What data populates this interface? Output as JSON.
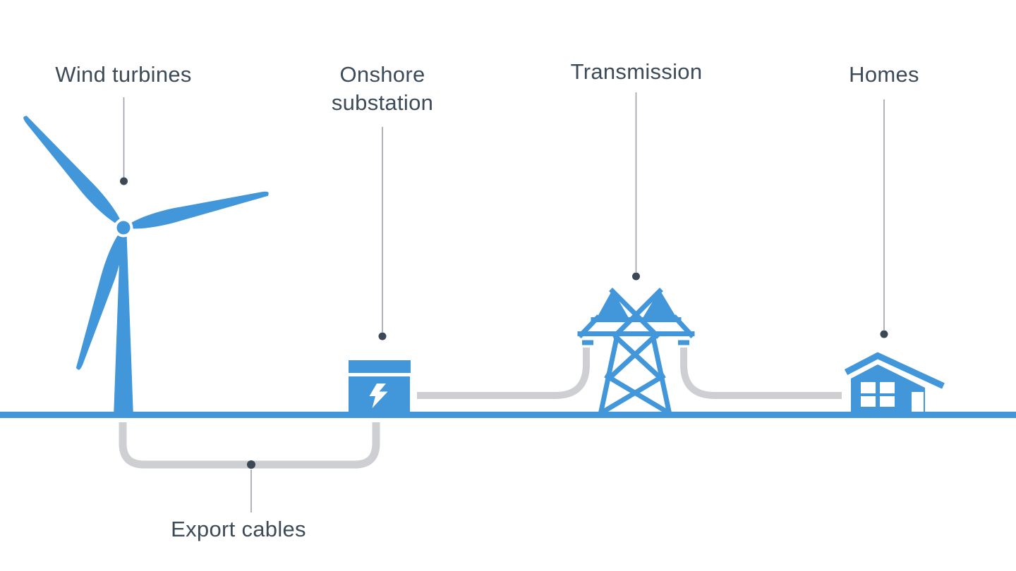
{
  "theme": {
    "accent-blue": "#4297da",
    "cable-gray": "#cdcfd2",
    "leader-gray": "#9ba1a8",
    "dot-ink": "#3c4856",
    "text-ink": "#3d4b59",
    "bg": "#ffffff"
  },
  "diagram": {
    "stages": [
      {
        "id": "wind-turbines",
        "label": "Wind turbines"
      },
      {
        "id": "onshore-substation",
        "label": "Onshore substation"
      },
      {
        "id": "transmission",
        "label": "Transmission"
      },
      {
        "id": "homes",
        "label": "Homes"
      }
    ],
    "underground": {
      "label": "Export cables"
    }
  },
  "icons": {
    "wind_turbine": "wind-turbine-icon",
    "substation": "substation-icon",
    "lightning_bolt": "lightning-bolt-icon",
    "transmission_tower": "transmission-tower-icon",
    "home": "home-icon"
  }
}
